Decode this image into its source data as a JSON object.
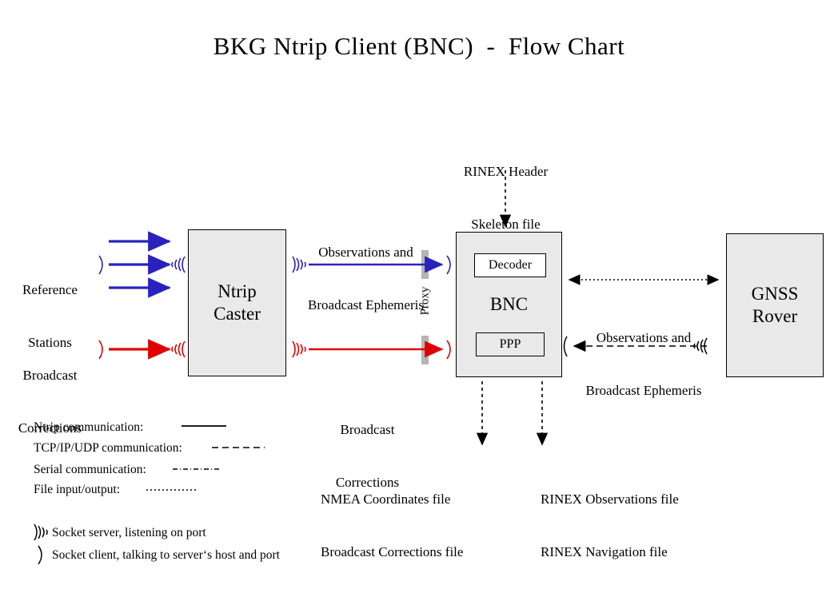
{
  "title": "BKG Ntrip Client (BNC)  -  Flow Chart",
  "nodes": {
    "ntrip_caster": {
      "line1": "Ntrip",
      "line2": "Caster"
    },
    "bnc": {
      "label": "BNC",
      "decoder": "Decoder",
      "ppp": "PPP"
    },
    "gnss_rover": {
      "line1": "GNSS",
      "line2": "Rover"
    }
  },
  "labels": {
    "reference_stations": {
      "line1": "Reference",
      "line2": "Stations"
    },
    "broadcast_corrections_left": {
      "line1": "Broadcast",
      "line2": "Corrections"
    },
    "observations_ephemeris_caster": {
      "line1": "Observations and",
      "line2": "Broadcast Ephemeris"
    },
    "broadcast_corrections_caster": {
      "line1": "Broadcast",
      "line2": "Corrections"
    },
    "rinex_header_skeleton": {
      "line1": "RINEX Header",
      "line2": "Skeleton file"
    },
    "observations_ephemeris_rover": {
      "line1": "Observations and",
      "line2": "Broadcast Ephemeris"
    },
    "proxy": "Proxy",
    "nmea_outputs": {
      "line1": "NMEA Coordinates file",
      "line2": "Broadcast Corrections file"
    },
    "rinex_outputs": {
      "line1": "RINEX Observations file",
      "line2": "RINEX Navigation file"
    }
  },
  "legend": {
    "lines": [
      {
        "label": "Ntrip communication:",
        "style": "solid"
      },
      {
        "label": "TCP/IP/UDP communication:",
        "style": "dashed"
      },
      {
        "label": "Serial communication:",
        "style": "dash-dot"
      },
      {
        "label": "File input/output:",
        "style": "dotted"
      }
    ],
    "sockets": [
      {
        "icon": "socket-server-icon",
        "label": "Socket server, listening on port"
      },
      {
        "icon": "socket-client-icon",
        "label": "Socket client, talking to server‘s host and port"
      }
    ]
  },
  "colors": {
    "blue": "#2a22bd",
    "red": "#e00000",
    "box_fill": "#e9e9e9",
    "proxy_bar": "#b5b5b5",
    "stroke": "#000000"
  }
}
